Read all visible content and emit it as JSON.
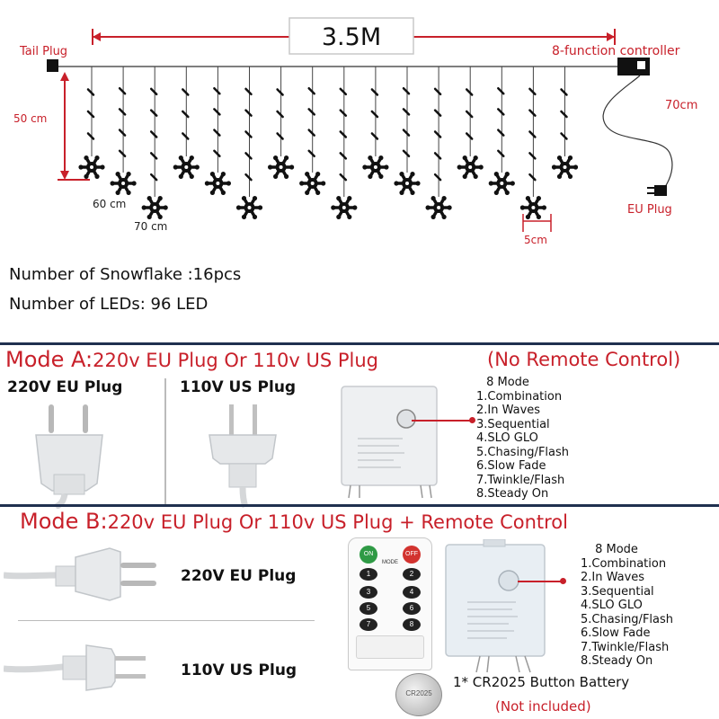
{
  "diagram": {
    "width_label": "3.5M",
    "tail_plug_label": "Tail Plug",
    "controller_label": "8-function controller",
    "height_label": "50 cm",
    "drop_60_label": "60 cm",
    "drop_70_label": "70 cm",
    "cable_label": "70cm",
    "eu_plug_label": "EU Plug",
    "spacing_label": "5cm"
  },
  "specs": {
    "snowflakes": "Number of Snowflake :16pcs",
    "leds": "Number of LEDs: 96 LED"
  },
  "mode_a": {
    "title_prefix": "Mode A:",
    "title_rest": "220v EU Plug Or 110v US Plug",
    "note": "(No Remote Control)",
    "eu_plug_label": "220V EU Plug",
    "us_plug_label": "110V US Plug",
    "modes_header": "8 Mode",
    "modes": [
      "1.Combination",
      "2.In Waves",
      "3.Sequential",
      "4.SLO GLO",
      "5.Chasing/Flash",
      "6.Slow Fade",
      "7.Twinkle/Flash",
      "8.Steady On"
    ]
  },
  "mode_b": {
    "title_prefix": "Mode B:",
    "title_rest": "220v EU Plug Or 110v US Plug + Remote Control",
    "eu_plug_label": "220V EU Plug",
    "us_plug_label": "110V US Plug",
    "modes_header": "8 Mode",
    "modes": [
      "1.Combination",
      "2.In Waves",
      "3.Sequential",
      "4.SLO GLO",
      "5.Chasing/Flash",
      "6.Slow Fade",
      "7.Twinkle/Flash",
      "8.Steady On"
    ],
    "battery_label": "1* CR2025 Button Battery",
    "battery_note": "(Not included)",
    "remote_on": "ON",
    "remote_off": "OFF",
    "remote_mode": "MODE",
    "remote_buttons": [
      "1",
      "2",
      "3",
      "4",
      "5",
      "6",
      "7",
      "8"
    ],
    "battery_engraving": "CR2025"
  }
}
